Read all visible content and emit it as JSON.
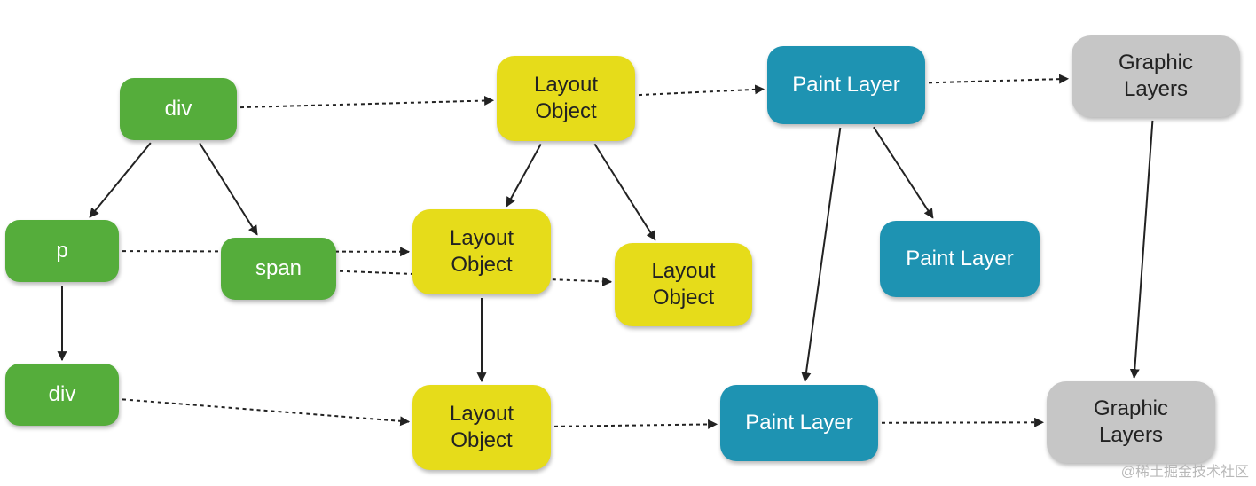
{
  "colors": {
    "dom_node": "#55ad3b",
    "layout_object": "#e6dc1a",
    "paint_layer": "#1e93b2",
    "graphic_layers": "#c6c6c6",
    "edge": "#222222"
  },
  "nodes": {
    "div_top": "div",
    "p": "p",
    "span": "span",
    "div_bottom": "div",
    "layout_object_top": "Layout\nObject",
    "layout_object_middle": "Layout\nObject",
    "layout_object_right": "Layout\nObject",
    "layout_object_bottom": "Layout\nObject",
    "paint_layer_top": "Paint Layer",
    "paint_layer_middle": "Paint Layer",
    "paint_layer_bottom": "Paint Layer",
    "graphic_layers_top": "Graphic\nLayers",
    "graphic_layers_bottom": "Graphic\nLayers"
  },
  "edges": [
    {
      "from": "div_top",
      "to": "p",
      "style": "solid"
    },
    {
      "from": "div_top",
      "to": "span",
      "style": "solid"
    },
    {
      "from": "p",
      "to": "div_bottom",
      "style": "solid"
    },
    {
      "from": "layout_object_top",
      "to": "layout_object_middle",
      "style": "solid"
    },
    {
      "from": "layout_object_top",
      "to": "layout_object_right",
      "style": "solid"
    },
    {
      "from": "layout_object_middle",
      "to": "layout_object_bottom",
      "style": "solid"
    },
    {
      "from": "paint_layer_top",
      "to": "paint_layer_middle",
      "style": "solid"
    },
    {
      "from": "paint_layer_top",
      "to": "paint_layer_bottom",
      "style": "solid"
    },
    {
      "from": "graphic_layers_top",
      "to": "graphic_layers_bottom",
      "style": "solid"
    },
    {
      "from": "div_top",
      "to": "layout_object_top",
      "style": "dashed"
    },
    {
      "from": "p",
      "to": "layout_object_middle",
      "style": "dashed"
    },
    {
      "from": "span",
      "to": "layout_object_right",
      "style": "dashed"
    },
    {
      "from": "div_bottom",
      "to": "layout_object_bottom",
      "style": "dashed"
    },
    {
      "from": "layout_object_top",
      "to": "paint_layer_top",
      "style": "dashed"
    },
    {
      "from": "layout_object_bottom",
      "to": "paint_layer_bottom",
      "style": "dashed"
    },
    {
      "from": "paint_layer_top",
      "to": "graphic_layers_top",
      "style": "dashed"
    },
    {
      "from": "paint_layer_bottom",
      "to": "graphic_layers_bottom",
      "style": "dashed"
    }
  ],
  "watermark": "@稀土掘金技术社区"
}
